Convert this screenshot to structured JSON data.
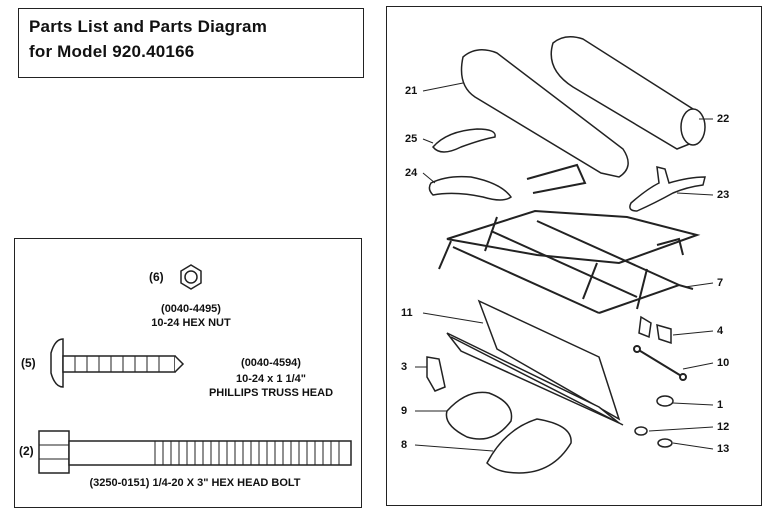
{
  "title": {
    "line1": "Parts List and Parts Diagram",
    "line2": "for Model 920.40166"
  },
  "hardware": {
    "hex_nut": {
      "ref": "(6)",
      "part_no": "(0040-4495)",
      "desc": "10-24 HEX NUT"
    },
    "truss_head": {
      "ref": "(5)",
      "part_no": "(0040-4594)",
      "desc_line1": "10-24 x 1 1/4\"",
      "desc_line2": "PHILLIPS TRUSS HEAD"
    },
    "hex_bolt": {
      "ref": "(2)",
      "desc": "(3250-0151) 1/4-20 X 3\" HEX HEAD BOLT"
    }
  },
  "callouts": {
    "c21": "21",
    "c22": "22",
    "c25": "25",
    "c24": "24",
    "c23": "23",
    "c7": "7",
    "c11": "11",
    "c4": "4",
    "c3": "3",
    "c10": "10",
    "c1": "1",
    "c9": "9",
    "c12": "12",
    "c8": "8",
    "c13": "13"
  }
}
